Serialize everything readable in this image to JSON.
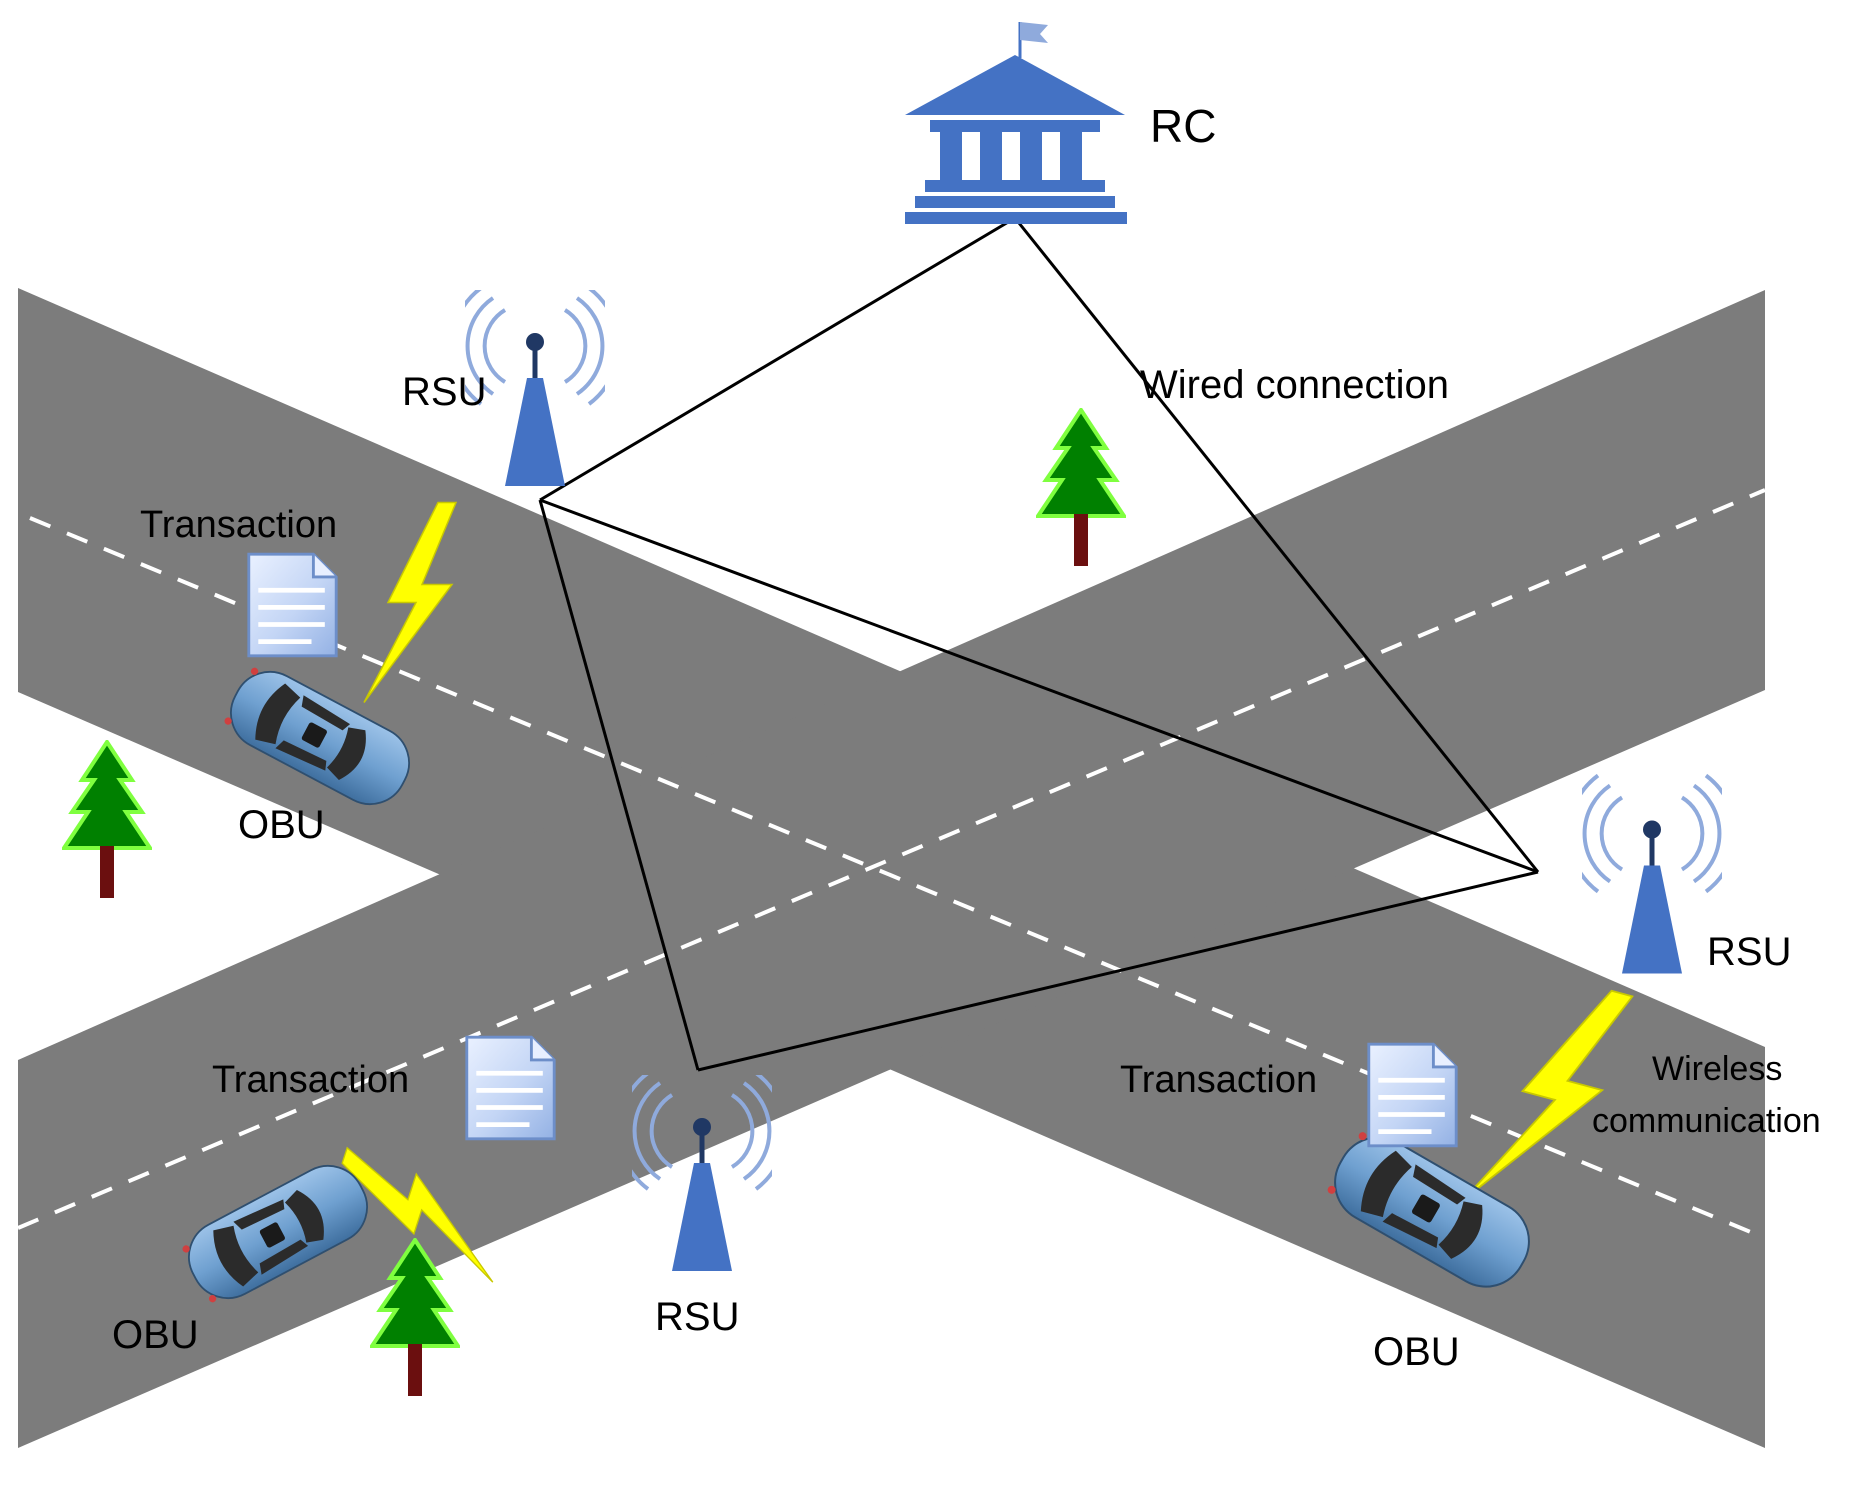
{
  "colors": {
    "road": "#7c7c7c",
    "lane_marking": "#ffffff",
    "wire": "#000000",
    "building": "#4472c4",
    "flag": "#8faadc",
    "antenna": "#4472c4",
    "signal_wave": "#8faadc",
    "lightning": "#ffff00",
    "tree_foliage": "#008000",
    "tree_outline": "#7fff3f",
    "tree_trunk": "#6b0f0f",
    "car_body": "#6fa0d0",
    "car_glass": "#2b2b2b",
    "document": "#c8d8f6"
  },
  "icons": {
    "rc": "government-building-icon",
    "rsu": "antenna-tower-icon",
    "obu": "car-icon",
    "transaction": "document-icon",
    "wireless": "lightning-bolt-icon",
    "tree": "pine-tree-icon"
  },
  "labels": {
    "rc": "RC",
    "wired": "Wired connection",
    "rsu_top": "RSU",
    "rsu_right": "RSU",
    "rsu_bottom": "RSU",
    "obu_top": "OBU",
    "obu_bottom_left": "OBU",
    "obu_bottom_right": "OBU",
    "transaction_top": "Transaction",
    "transaction_bottom_left": "Transaction",
    "transaction_bottom_right": "Transaction",
    "wireless_line1": "Wireless",
    "wireless_line2": "communication"
  }
}
